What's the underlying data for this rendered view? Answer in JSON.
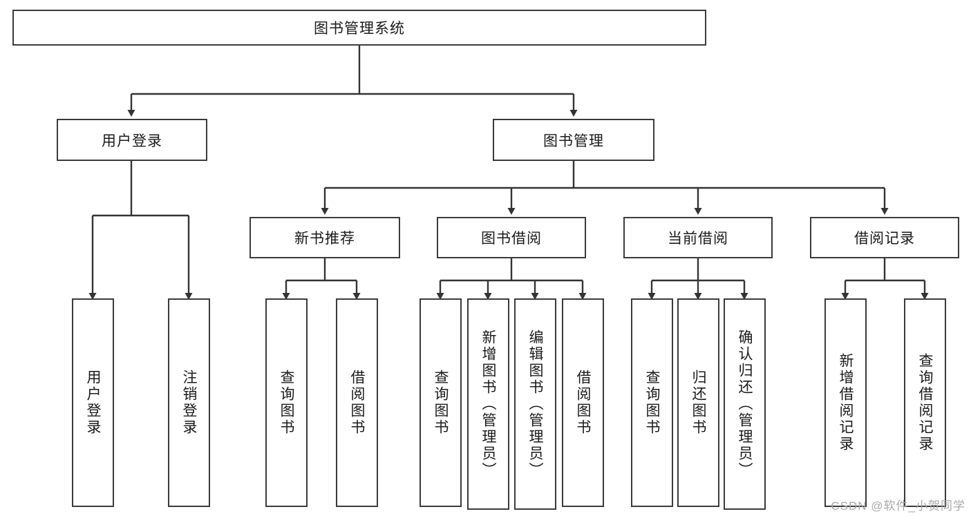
{
  "diagram": {
    "title": "图书管理系统",
    "type": "tree-hierarchy-diagram",
    "watermark": "CSDN @软件_小贺同学",
    "colors": {
      "box_border": "#3a3a3a",
      "box_fill": "#ffffff",
      "line": "#333333",
      "text": "#1a1a1a",
      "watermark": "#a8a8a8"
    },
    "levels": {
      "root": {
        "label": "图书管理系统"
      },
      "level2": [
        {
          "label": "用户登录"
        },
        {
          "label": "图书管理"
        }
      ],
      "level3": [
        {
          "label": "新书推荐"
        },
        {
          "label": "图书借阅"
        },
        {
          "label": "当前借阅"
        },
        {
          "label": "借阅记录"
        }
      ],
      "leaves": {
        "user_login": [
          {
            "label": "用户登录"
          },
          {
            "label": "注销登录"
          }
        ],
        "new_book_recommend": [
          {
            "label": "查询图书"
          },
          {
            "label": "借阅图书"
          }
        ],
        "book_borrow": [
          {
            "label": "查询图书"
          },
          {
            "label": "新增图书（管理员）"
          },
          {
            "label": "编辑图书（管理员）"
          },
          {
            "label": "借阅图书"
          }
        ],
        "current_borrow": [
          {
            "label": "查询图书"
          },
          {
            "label": "归还图书"
          },
          {
            "label": "确认归还（管理员）"
          }
        ],
        "borrow_record": [
          {
            "label": "新增借阅记录"
          },
          {
            "label": "查询借阅记录"
          }
        ]
      }
    }
  }
}
